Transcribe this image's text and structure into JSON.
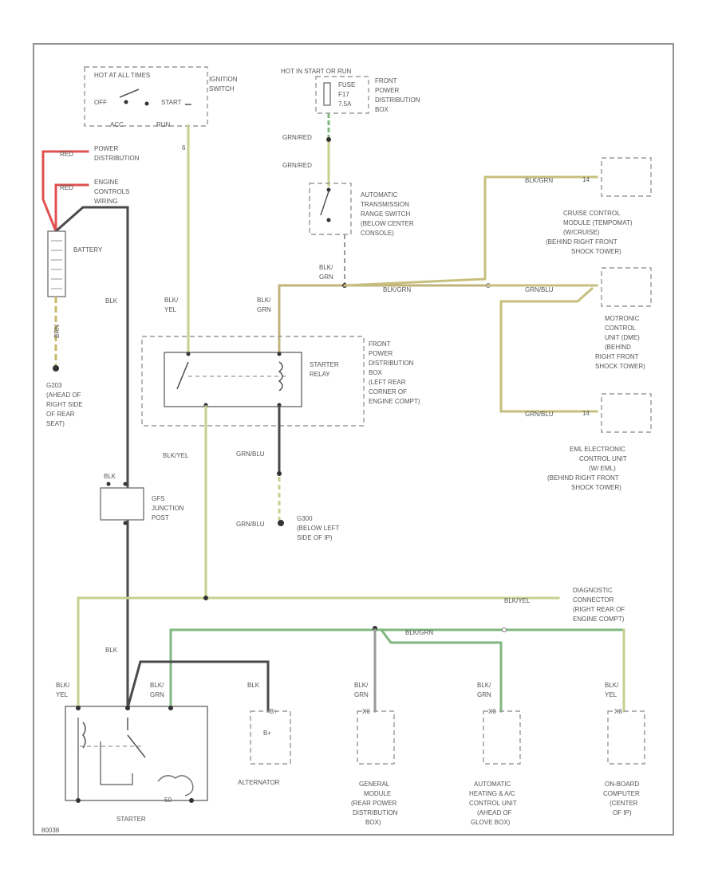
{
  "colors": {
    "black": "#4a4a4a",
    "yellow": "#c9cf8e",
    "olive": "#c7bf7e",
    "green": "#7fb77f",
    "red": "#e05050",
    "frame": "#777777"
  },
  "ignition": {
    "hot_label": "HOT AT ALL TIMES",
    "off": "OFF",
    "start": "START",
    "acc": "ACC",
    "run": "RUN",
    "name_lines": [
      "IGNITION",
      "SWITCH"
    ],
    "wire_code": "6"
  },
  "fuse": {
    "hot_label": "HOT IN START OR RUN",
    "label_lines": [
      "FUSE",
      "F17",
      "7.5A"
    ],
    "box_lines": [
      "FRONT",
      "POWER",
      "DISTRIBUTION",
      "BOX"
    ]
  },
  "battery": {
    "red_wire_top": "RED",
    "red_wire_bottom": "RED",
    "power_lines": [
      "POWER",
      "DISTRIBUTION"
    ],
    "engine_lines": [
      "ENGINE",
      "CONTROLS",
      "WIRING"
    ],
    "name": "BATTERY",
    "ground_wire": "BRN",
    "ground_lines": [
      "G203",
      "(AHEAD OF",
      "RIGHT SIDE",
      "OF REAR",
      "SEAT)"
    ]
  },
  "range_switch": {
    "wire_top": "GRN/RED",
    "wire_bottom": "GRN/RED",
    "label_lines": [
      "AUTOMATIC",
      "TRANSMISSION",
      "RANGE SWITCH",
      "(BELOW CENTER",
      "CONSOLE)"
    ]
  },
  "splice": {
    "wire_label_lines": [
      "BLK/",
      "GRN"
    ],
    "bus_label": "BLK/GRN"
  },
  "cruise": {
    "wire": "BLK/GRN",
    "pin": "14",
    "label_lines": [
      "CRUISE CONTROL",
      "MODULE (TEMPOMAT)",
      "(W/CRUISE)",
      "(BEHIND RIGHT FRONT",
      "SHOCK TOWER)"
    ]
  },
  "motronic": {
    "wire": "GRN/BLU",
    "label_lines": [
      "MOTRONIC",
      "CONTROL",
      "UNIT (DME)",
      "(BEHIND",
      "RIGHT FRONT",
      "SHOCK TOWER)"
    ]
  },
  "egs": {
    "wire": "GRN/BLU",
    "pin": "14",
    "label_lines": [
      "EML ELECTRONIC",
      "CONTROL UNIT",
      "(W/ EML)",
      "(BEHIND RIGHT FRONT",
      "SHOCK TOWER)"
    ]
  },
  "starter_relay": {
    "in_wire_lines": [
      "BLK/",
      "YEL"
    ],
    "coil_wire_lines": [
      "BLK/",
      "GRN"
    ],
    "name_lines": [
      "STARTER",
      "RELAY"
    ],
    "box_lines": [
      "FRONT",
      "POWER",
      "DISTRIBUTION",
      "BOX",
      "(LEFT REAR",
      "CORNER OF",
      "ENGINE COMPT)"
    ],
    "out_wire": "BLK/YEL",
    "ground_wire_top": "GRN/BLU",
    "ground_wire_bottom": "GRN/BLU",
    "ground_lines": [
      "G300",
      "(BELOW LEFT",
      "SIDE OF IP)"
    ]
  },
  "junction": {
    "wire": "BLK",
    "label_lines": [
      "GFS",
      "JUNCTION",
      "POST"
    ],
    "battery_wire": "BLK"
  },
  "diag": {
    "wire": "BLK/YEL",
    "label_lines": [
      "DIAGNOSTIC",
      "CONNECTOR",
      "(RIGHT REAR OF",
      "ENGINE COMPT)"
    ],
    "bus_wire": "BLK/GRN"
  },
  "starter": {
    "name": "STARTER",
    "term_50": "50",
    "main_wire": "BLK",
    "left_wire_lines": [
      "BLK/",
      "YEL"
    ],
    "right_wire_lines": [
      "BLK/",
      "GRN"
    ]
  },
  "alternator": {
    "wire": "BLK",
    "pin": "B+",
    "terminal": "B+",
    "name": "ALTERNATOR"
  },
  "general_module": {
    "wire_lines": [
      "BLK/",
      "GRN"
    ],
    "pin": "X6",
    "label_lines": [
      "GENERAL",
      "MODULE",
      "(REAR POWER",
      "DISTRIBUTION",
      "BOX)"
    ]
  },
  "hvac": {
    "wire_lines": [
      "BLK/",
      "GRN"
    ],
    "pin": "X6",
    "label_lines": [
      "AUTOMATIC",
      "HEATING & A/C",
      "CONTROL UNIT",
      "(AHEAD OF",
      "GLOVE BOX)"
    ]
  },
  "obc": {
    "wire_lines": [
      "BLK/",
      "YEL"
    ],
    "pin": "X6",
    "label_lines": [
      "ON-BOARD",
      "COMPUTER",
      "(CENTER",
      "OF IP)"
    ]
  },
  "footer_code": "80038"
}
